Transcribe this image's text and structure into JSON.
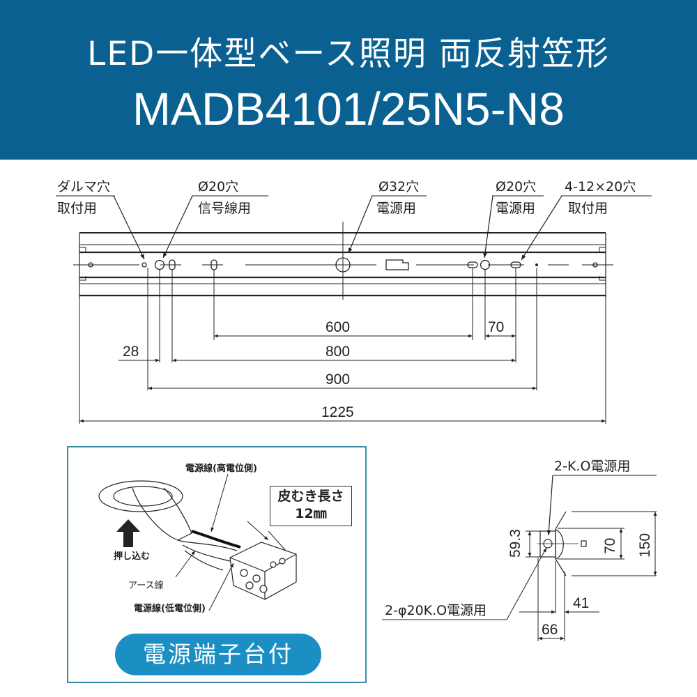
{
  "header": {
    "title": "LED一体型ベース照明 両反射笠形",
    "model": "MADB4101/25N5-N8",
    "background_color": "#0a6090"
  },
  "front_view": {
    "callouts": [
      {
        "line1": "ダルマ穴",
        "line2": "取付用"
      },
      {
        "line1": "Ø20穴",
        "line2": "信号線用"
      },
      {
        "line1": "Ø32穴",
        "line2": "電源用"
      },
      {
        "line1": "Ø20穴",
        "line2": "電源用"
      },
      {
        "line1": "4-12×20穴",
        "line2": "取付用"
      }
    ],
    "dimensions": {
      "d600": "600",
      "d70": "70",
      "d28": "28",
      "d800": "800",
      "d900": "900",
      "d1225": "1225"
    }
  },
  "wiring_panel": {
    "label_high": "電源線(高電位側)",
    "label_push": "押し込む",
    "label_earth": "アース線",
    "label_low": "電源線(低電位側)",
    "strip_title": "皮むき長さ",
    "strip_value": "12㎜",
    "badge": "電源端子台付",
    "border_color": "#3a8fa8",
    "badge_color": "#1b8fc3"
  },
  "side_view": {
    "callout_top": "2-K.O電源用",
    "callout_bottom": "2-φ20K.O電源用",
    "dimensions": {
      "d59_3": "59.3",
      "d70": "70",
      "d150": "150",
      "d41": "41",
      "d66": "66"
    }
  }
}
